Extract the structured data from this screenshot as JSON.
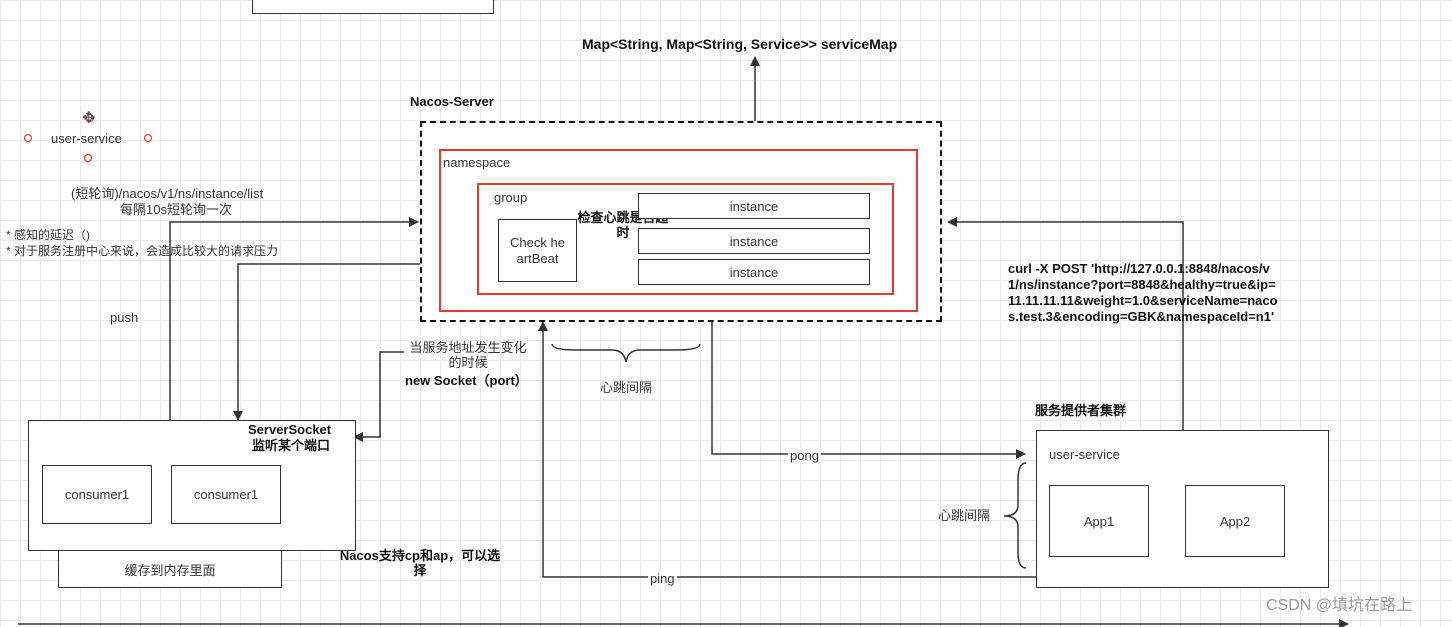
{
  "colors": {
    "red": "#e03c31",
    "line": "#333333",
    "grid": "#e9e9e9"
  },
  "service_map_label": "Map<String, Map<String, Service>> serviceMap",
  "nacos_server": {
    "title": "Nacos-Server",
    "namespace_label": "namespace",
    "group_label": "group",
    "check_heartbeat": "Check heartBeat",
    "check_timeout_note": "检查心跳是否超时",
    "instances": [
      "instance",
      "instance",
      "instance"
    ]
  },
  "client_side": {
    "user_service_label": "user-service",
    "short_poll_url": "(短轮询)/nacos/v1/ns/instance/list",
    "short_poll_interval": "每隔10s短轮询一次",
    "drawbacks": [
      "* 感知的延迟（)",
      "* 对于服务注册中心来说，会造成比较大的请求压力"
    ],
    "push_label": "push",
    "server_socket_title": "ServerSocket",
    "server_socket_desc": "监听某个端口",
    "consumers": [
      "consumer1",
      "consumer1"
    ],
    "cache_label": "缓存到内存里面"
  },
  "address_change_note": "当服务地址发生变化的时候",
  "new_socket_label": "new Socket（port）",
  "heartbeat_interval_top": "心跳间隔",
  "heartbeat_interval_side": "心跳间隔",
  "pong_label": "pong",
  "ping_label": "ping",
  "curl_command": "curl -X POST 'http://127.0.0.1:8848/nacos/v1/ns/instance?port=8848&healthy=true&ip=11.11.11.11&weight=1.0&serviceName=nacos.test.3&encoding=GBK&namespaceId=n1'",
  "provider_cluster": {
    "title": "服务提供者集群",
    "service_label": "user-service",
    "apps": [
      "App1",
      "App2"
    ]
  },
  "cp_ap_note": "Nacos支持cp和ap，可以选择",
  "watermark": "CSDN @填坑在路上"
}
